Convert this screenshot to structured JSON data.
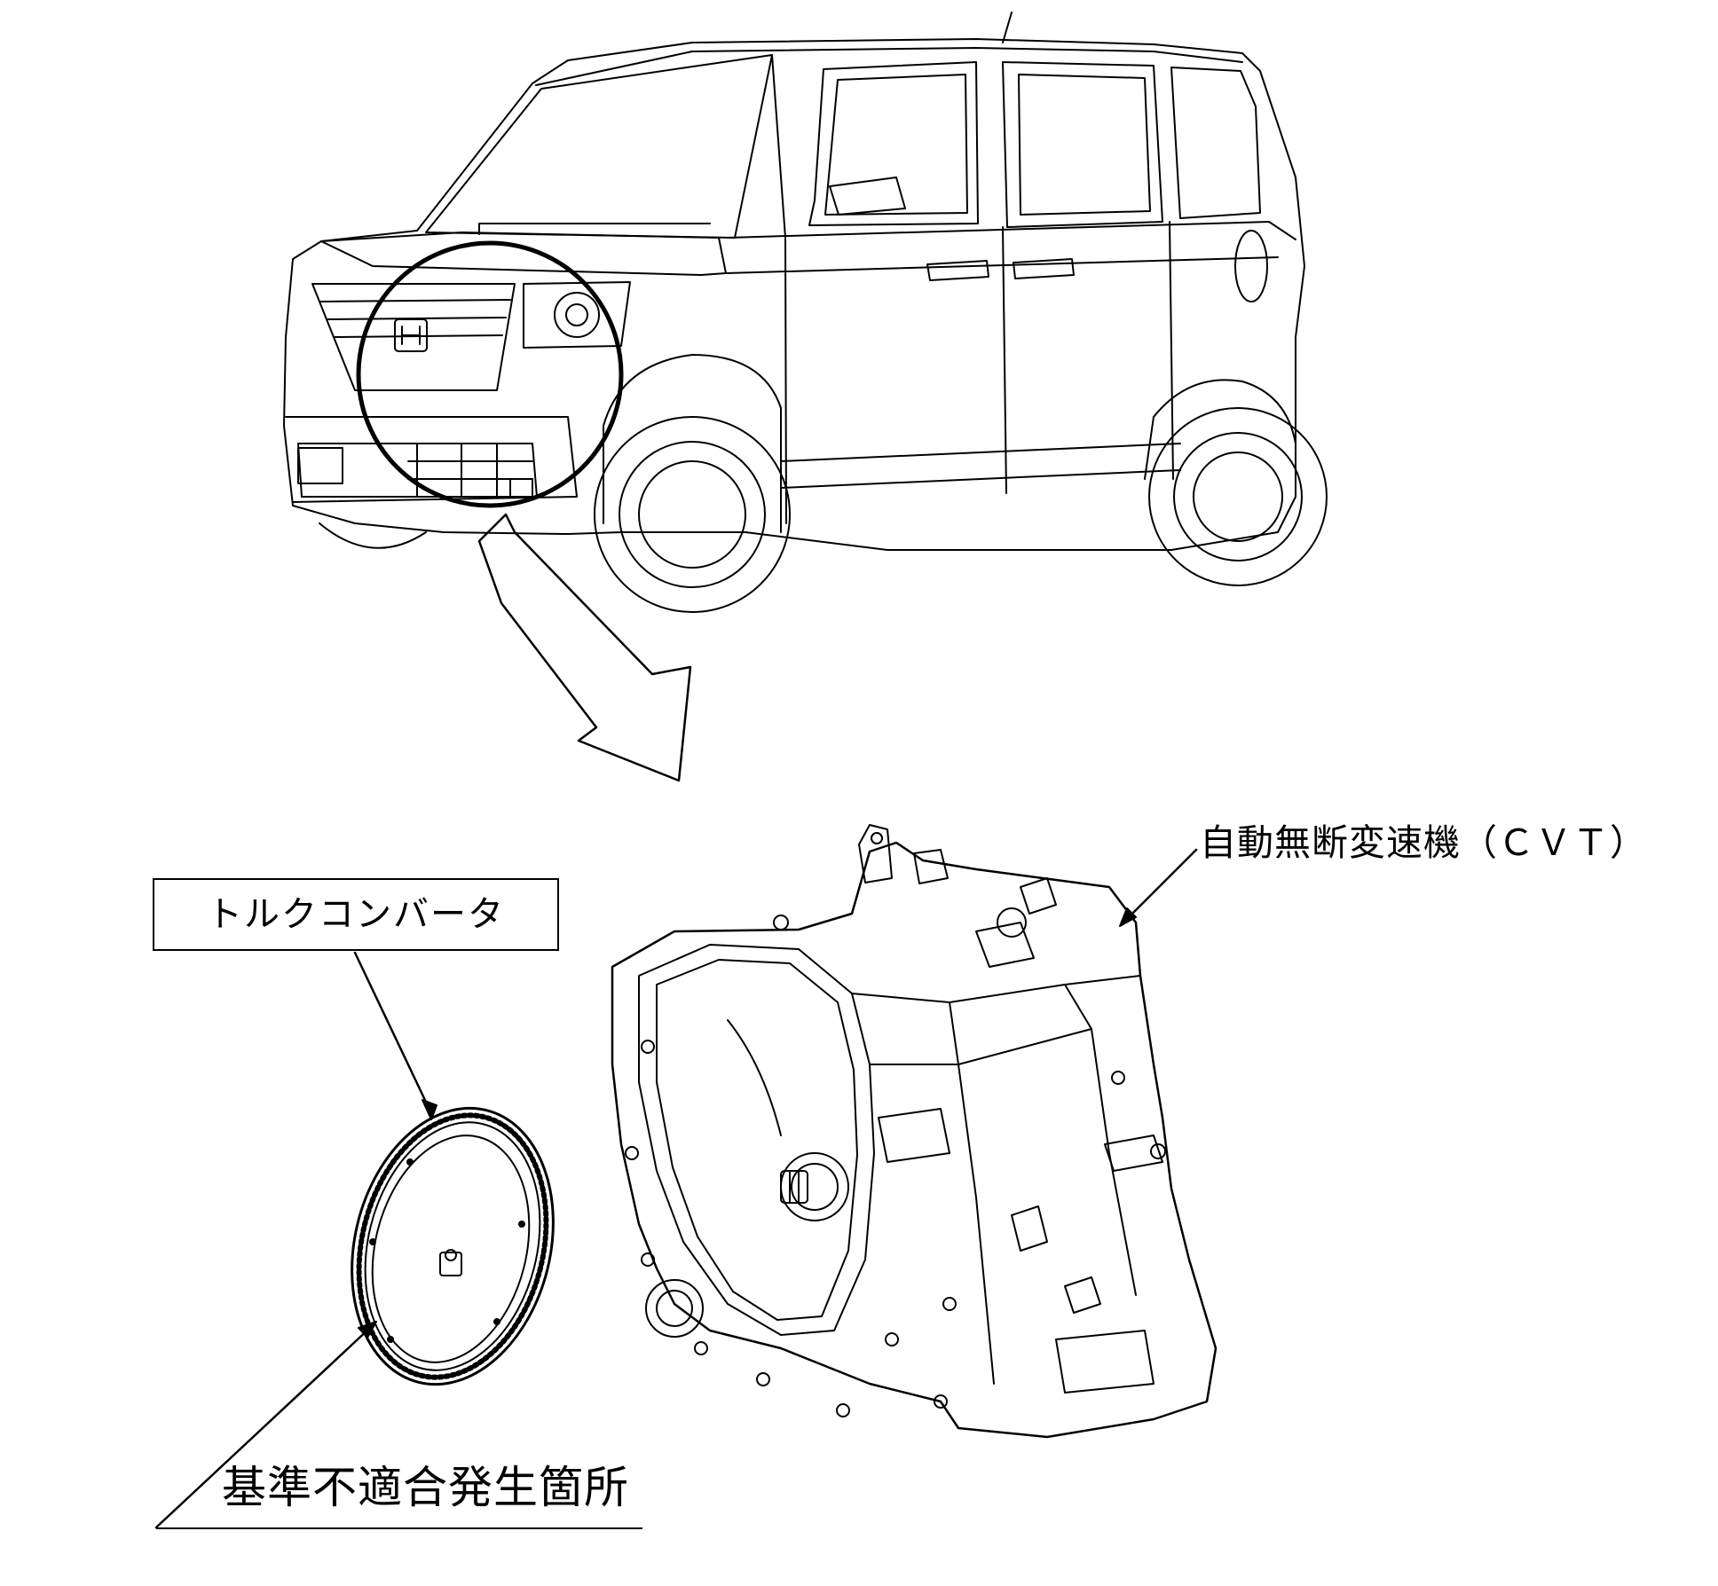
{
  "labels": {
    "cvt": "自動無断変速機（ＣＶＴ）",
    "torque_converter": "トルクコンバータ",
    "defect_location": "基準不適合発生箇所"
  },
  "colors": {
    "line": "#000000",
    "background": "#ffffff"
  },
  "icons": {
    "vehicle": "kei-car-line-drawing",
    "zoom_circle": "highlight-circle",
    "zoom_arrow": "callout-arrow",
    "transmission": "cvt-line-drawing",
    "torque_converter": "flexplate-line-drawing"
  }
}
